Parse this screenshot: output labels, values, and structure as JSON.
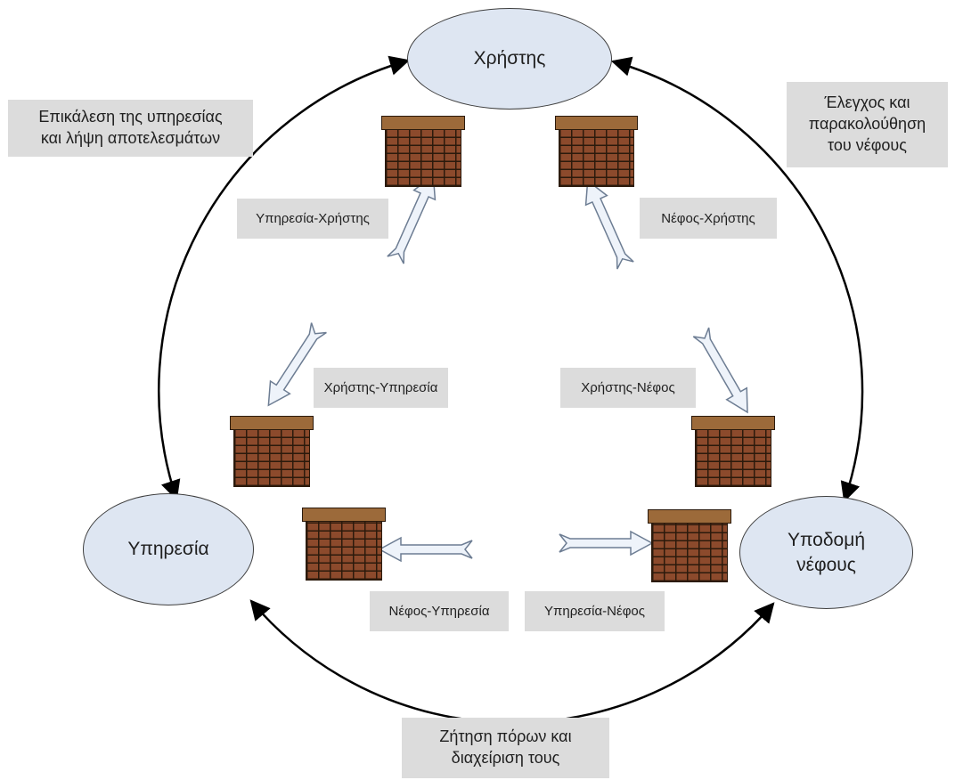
{
  "nodes": {
    "user": "Χρήστης",
    "service": "Υπηρεσία",
    "cloud": "Υποδομή\nνέφους"
  },
  "outer_labels": {
    "invoke": "Επικάλεση της υπηρεσίας\nκαι λήψη αποτελεσμάτων",
    "control": "Έλεγχος και\nπαρακολούθηση\nτου νέφους",
    "resources": "Ζήτηση πόρων και\nδιαχείριση τους"
  },
  "interface_labels": {
    "service_user": "Υπηρεσία-Χρήστης",
    "cloud_user": "Νέφος-Χρήστης",
    "user_service": "Χρήστης-Υπηρεσία",
    "user_cloud": "Χρήστης-Νέφος",
    "cloud_service": "Νέφος-Υπηρεσία",
    "service_cloud": "Υπηρεσία-Νέφος"
  },
  "colors": {
    "node_fill": "#dee6f2",
    "label_bg": "#dcdcdc",
    "brick": "#8c4a2c",
    "brick_cap": "#9c6a3a",
    "arrow_fill": "#eef3fa"
  }
}
